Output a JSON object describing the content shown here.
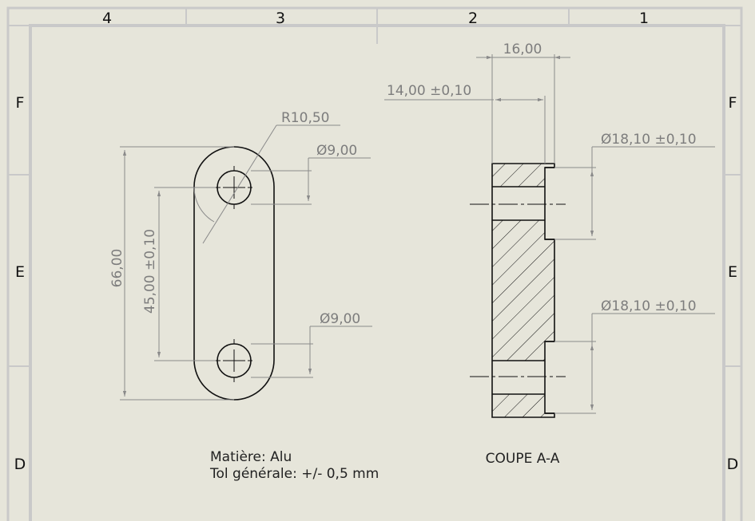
{
  "border": {
    "columns": [
      "4",
      "3",
      "2",
      "1"
    ],
    "rows_left": [
      "F",
      "E",
      "D"
    ],
    "rows_right": [
      "F",
      "E",
      "D"
    ]
  },
  "front_view": {
    "dims": {
      "overall_height": "66,00",
      "hole_spacing": "45,00 ±0,10",
      "end_radius": "R10,50",
      "hole_top": "Ø9,00",
      "hole_bottom": "Ø9,00"
    }
  },
  "section_view": {
    "title": "COUPE A-A",
    "dims": {
      "total_thickness": "16,00",
      "counterbore_depth": "14,00 ±0,10",
      "counterbore_top": "Ø18,10 ±0,10",
      "counterbore_bottom": "Ø18,10 ±0,10"
    }
  },
  "notes": {
    "material": "Matière: Alu",
    "tolerance": "Tol générale: +/- 0,5 mm"
  },
  "colors": {
    "background": "#e6e5da",
    "frame": "#c9c9c9",
    "geometry": "#111111",
    "dimension": "#8a8a8a"
  }
}
